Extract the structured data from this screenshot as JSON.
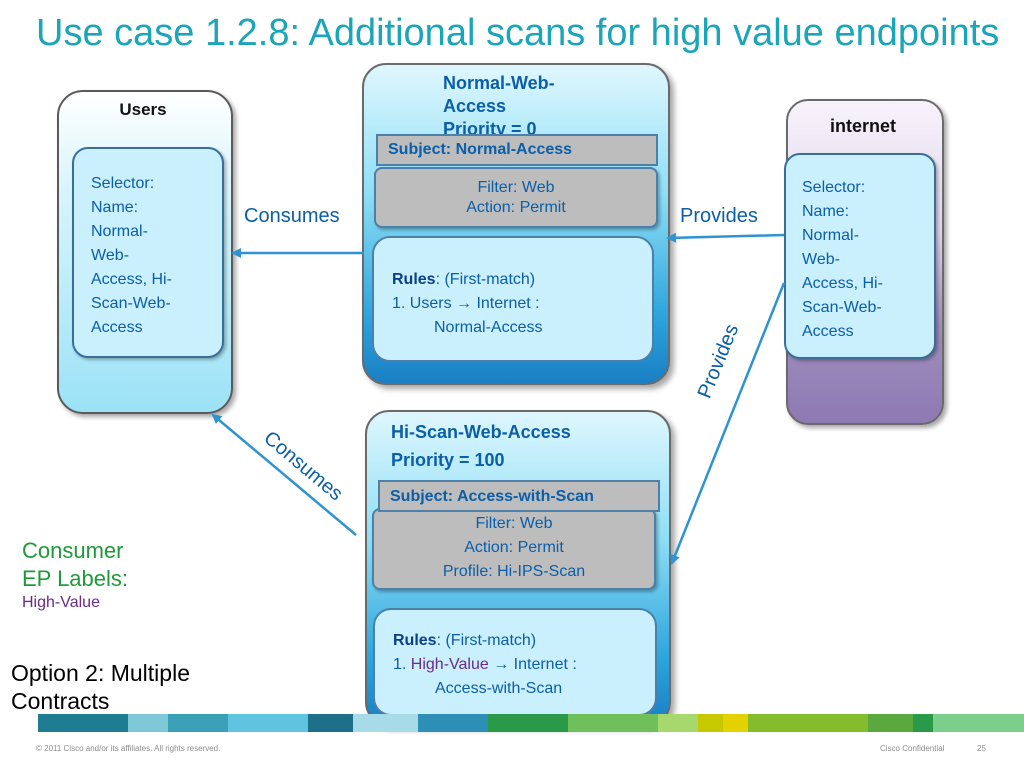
{
  "slide": {
    "title": "Use case 1.2.8: Additional scans for high value endpoints",
    "footer_left": "© 2011 Cisco and/or its affiliates. All rights reserved.",
    "footer_right": "Cisco Confidential",
    "page_number": "25"
  },
  "users": {
    "header": "Users",
    "selector": [
      "Selector:",
      "Name:",
      "Normal-",
      "Web-",
      "Access, Hi-",
      "Scan-Web-",
      "Access"
    ]
  },
  "internet": {
    "header": "internet",
    "selector": [
      "Selector:",
      "Name:",
      "Normal-",
      "Web-",
      "Access, Hi-",
      "Scan-Web-",
      "Access"
    ]
  },
  "contract1": {
    "title_lines": [
      "Normal-Web-",
      "Access",
      "Priority = 0"
    ],
    "subject": "Subject: Normal-Access",
    "filter_lines": [
      "Filter: Web",
      "Action:  Permit"
    ],
    "rules_label": "Rules",
    "rules_suffix": ": (First-match)",
    "rule_lines": [
      "1. Users → Internet :",
      "Normal-Access"
    ]
  },
  "contract2": {
    "title_lines": [
      "Hi-Scan-Web-Access",
      "Priority = 100"
    ],
    "subject": "Subject: Access-with-Scan",
    "filter_lines": [
      "Filter: Web",
      "Action:  Permit",
      "Profile: Hi-IPS-Scan"
    ],
    "rules_label": "Rules",
    "rules_suffix": ": (First-match)",
    "rule_prefix": "1. ",
    "rule_highlight": "High-Value",
    "rule_rest": " → Internet :",
    "rule_line2": "Access-with-Scan"
  },
  "edges": {
    "consumes_top": "Consumes",
    "provides_top": "Provides",
    "provides_diag": "Provides",
    "consumes_diag": "Consumes"
  },
  "consumer_labels": {
    "heading_line1": "Consumer",
    "heading_line2": "EP Labels:",
    "value": "High-Value"
  },
  "option": {
    "line1": "Option 2: Multiple",
    "line2": "Contracts"
  },
  "colors": {
    "title": "#1ba5b8",
    "accent_blue": "#0b5ea8",
    "arrow": "#2f93d1",
    "green_label": "#1f9a3a",
    "purple_label": "#6a2a8a"
  }
}
